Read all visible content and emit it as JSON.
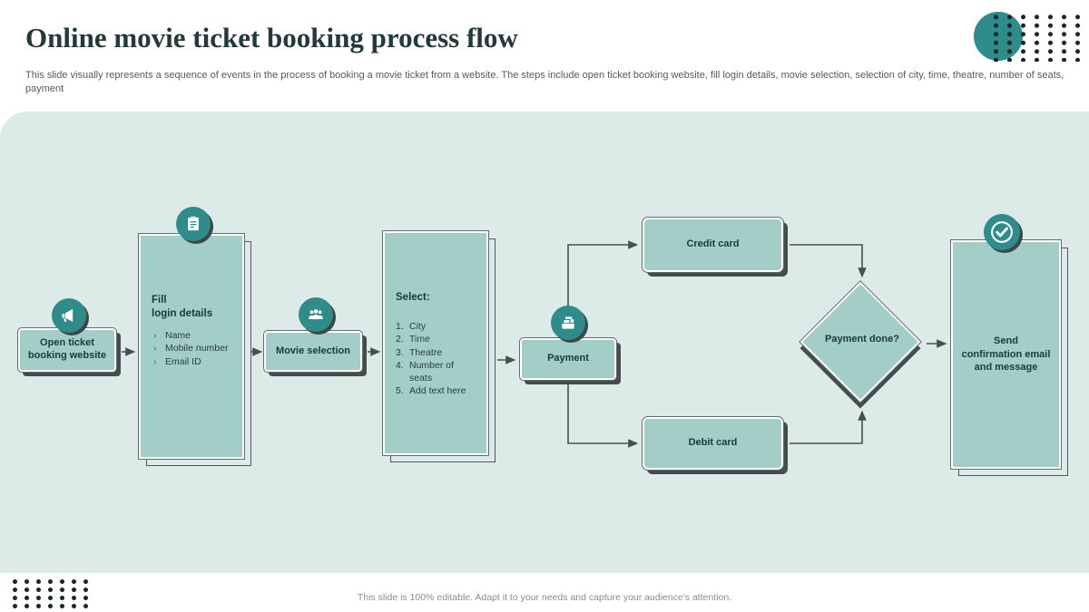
{
  "slide": {
    "title": "Online movie ticket booking process flow",
    "subtitle": "This slide visually represents a sequence of events in the process of booking a movie ticket from a website. The steps include open ticket booking website, fill login details, movie selection, selection of city, time, theatre, number of seats, payment",
    "footer": "This slide is 100% editable. Adapt it to your needs and capture your audience's attention."
  },
  "colors": {
    "accent_teal": "#2e8c8a",
    "node_fill": "#a3cec8",
    "panel_background": "#dcebe8",
    "shadow": "#454c4c",
    "connector": "#474f4f",
    "dot_grid": "#1b262c"
  },
  "icons": {
    "open_website": "megaphone-icon",
    "fill_login": "form-icon",
    "movie_selection": "audience-icon",
    "payment": "cash-register-icon",
    "send_confirmation": "check-badge-icon"
  },
  "flow": {
    "open_website": {
      "label": "Open ticket\nbooking website"
    },
    "fill_login": {
      "title": "Fill\nlogin details",
      "items": [
        "Name",
        "Mobile number",
        "Email ID"
      ]
    },
    "movie_selection": {
      "label": "Movie selection"
    },
    "select": {
      "title": "Select:",
      "items": [
        "City",
        "Time",
        "Theatre",
        "Number of seats",
        "Add text here"
      ]
    },
    "payment": {
      "label": "Payment"
    },
    "credit_card": {
      "label": "Credit card"
    },
    "debit_card": {
      "label": "Debit card"
    },
    "payment_done": {
      "label": "Payment done?"
    },
    "send_confirmation": {
      "label": "Send\nconfirmation email\nand message"
    }
  }
}
